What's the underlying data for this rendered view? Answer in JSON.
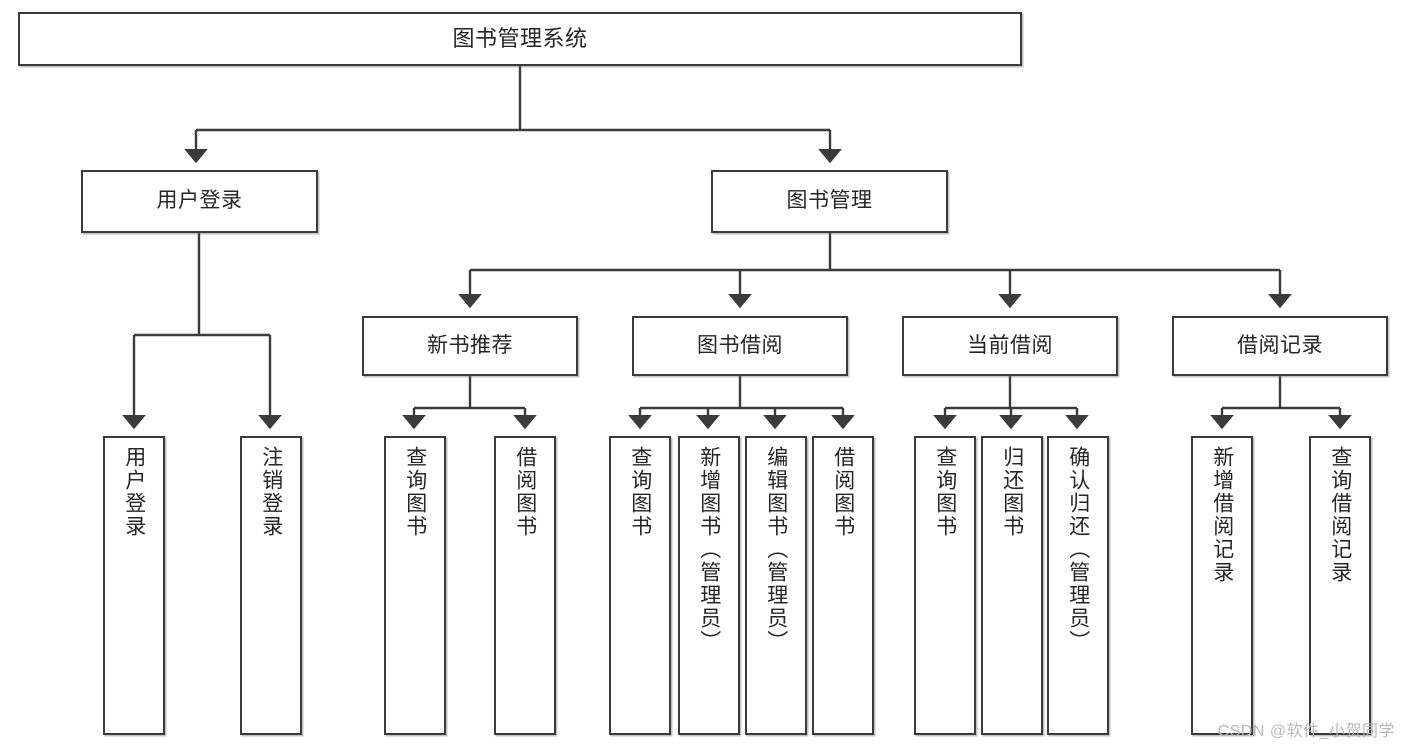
{
  "diagram": {
    "title": "图书管理系统",
    "watermark": "CSDN @软件_小贺同学",
    "line_color": "#3b3b3b",
    "box_fill": "#ffffff",
    "text_color": "#262626",
    "watermark_color": "#b8b8b8"
  },
  "nodes": {
    "root": {
      "label": "图书管理系统"
    },
    "level2": [
      {
        "label": "用户登录"
      },
      {
        "label": "图书管理"
      }
    ],
    "level3": [
      {
        "label": "新书推荐"
      },
      {
        "label": "图书借阅"
      },
      {
        "label": "当前借阅"
      },
      {
        "label": "借阅记录"
      }
    ],
    "leaves": {
      "user_login": [
        {
          "label": "用户登录"
        },
        {
          "label": "注销登录"
        }
      ],
      "new_book": [
        {
          "label": "查询图书"
        },
        {
          "label": "借阅图书"
        }
      ],
      "book_borrow": [
        {
          "label": "查询图书"
        },
        {
          "label": "新增图书（管理员）"
        },
        {
          "label": "编辑图书（管理员）"
        },
        {
          "label": "借阅图书"
        }
      ],
      "current_borrow": [
        {
          "label": "查询图书"
        },
        {
          "label": "归还图书"
        },
        {
          "label": "确认归还（管理员）"
        }
      ],
      "borrow_record": [
        {
          "label": "新增借阅记录"
        },
        {
          "label": "查询借阅记录"
        }
      ]
    }
  }
}
